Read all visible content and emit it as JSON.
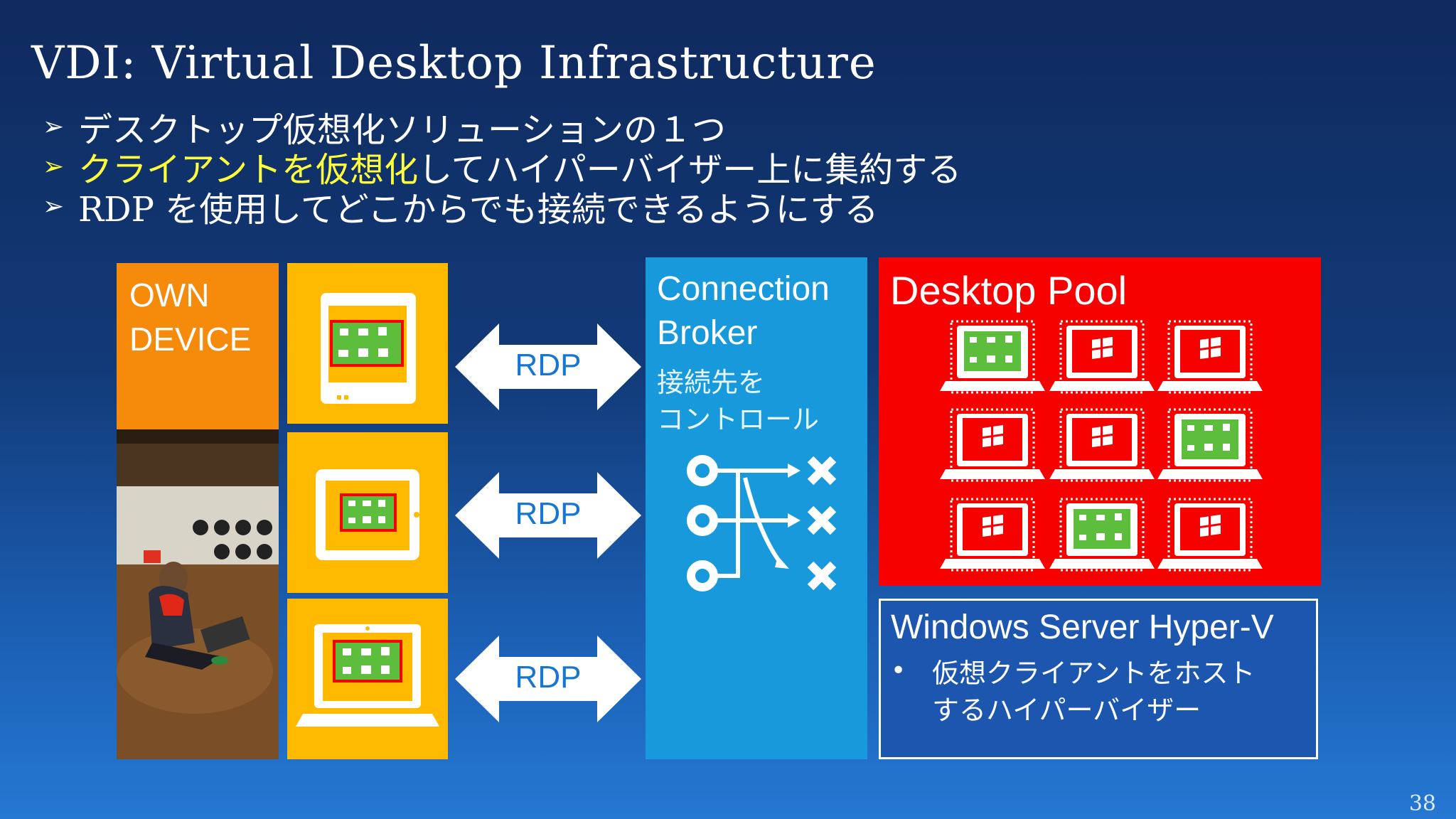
{
  "slide": {
    "title": "VDI: Virtual Desktop Infrastructure",
    "bullets": [
      {
        "marker": "➢",
        "text": "デスクトップ仮想化ソリューションの１つ"
      },
      {
        "marker": "➢",
        "highlight": "クライアントを仮想化",
        "text": "してハイパーバイザー上に集約する"
      },
      {
        "marker": "➢",
        "text": "RDP を使用してどこからでも接続できるようにする"
      }
    ],
    "page_number": "38"
  },
  "own_device": {
    "label": "OWN\nDEVICE"
  },
  "arrows": [
    {
      "label": "RDP"
    },
    {
      "label": "RDP"
    },
    {
      "label": "RDP"
    }
  ],
  "broker": {
    "heading": "Connection\nBroker",
    "subtitle": "接続先を\nコントロール"
  },
  "pool": {
    "heading": "Desktop Pool"
  },
  "hyperv": {
    "heading": "Windows Server Hyper-V",
    "bullet_marker": "•",
    "bullet": "仮想クライアントをホスト\nするハイパーバイザー"
  },
  "colors": {
    "own_device": "#f58a0b",
    "device_tile": "#ffba00",
    "broker": "#1799dc",
    "pool": "#f60000",
    "hyperv": "#1c56ae",
    "highlight": "#ffff3c",
    "app_green": "#5cbe3c"
  },
  "icons": [
    "tablet-icon",
    "slate-icon",
    "laptop-icon",
    "routing-icon",
    "windows-logo-icon"
  ]
}
